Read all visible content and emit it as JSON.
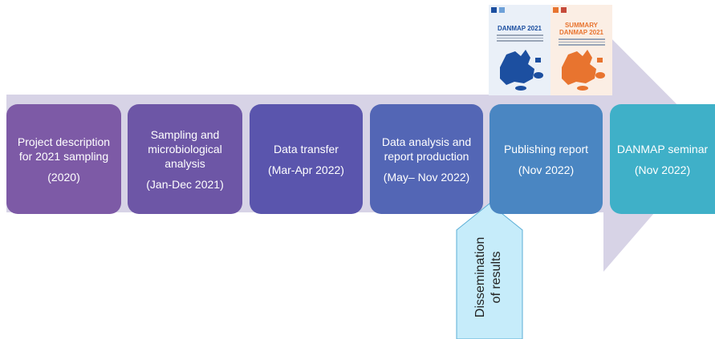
{
  "steps": [
    {
      "label": "Project description for 2021 sampling",
      "period": "(2020)"
    },
    {
      "label": "Sampling and microbiological analysis",
      "period": "(Jan-Dec 2021)"
    },
    {
      "label": "Data transfer",
      "period": "(Mar-Apr 2022)"
    },
    {
      "label": "Data analysis and report production",
      "period": "(May– Nov 2022)"
    },
    {
      "label": "Publishing report",
      "period": "(Nov 2022)"
    },
    {
      "label": "DANMAP seminar",
      "period": "(Nov 2022)"
    }
  ],
  "callout": {
    "line1": "Dissemination",
    "line2": "of results"
  },
  "covers": {
    "main": {
      "title": "DANMAP 2021"
    },
    "summary": {
      "line1": "SUMMARY",
      "line2": "DANMAP 2021"
    }
  },
  "colors": {
    "arrow": "#d7d3e6",
    "callout_fill": "#c6ecfa",
    "callout_stroke": "#5aaed6",
    "map_blue": "#1c4fa0",
    "map_orange": "#e8742f"
  }
}
